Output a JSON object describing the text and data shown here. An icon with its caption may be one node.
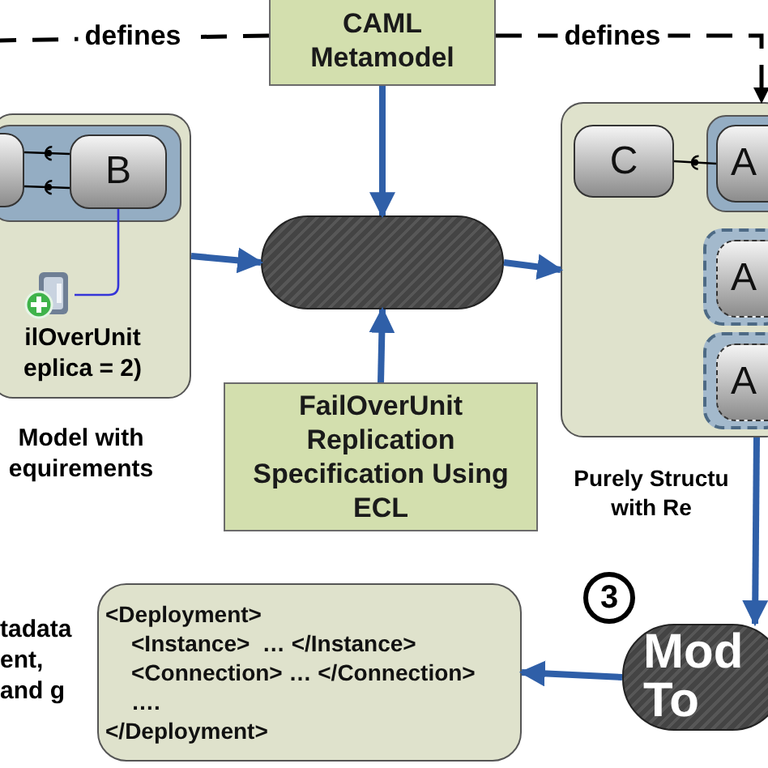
{
  "diagram": {
    "nodes": [
      {
        "text": [
          "CAML Metamodel"
        ]
      },
      {
        "text": [],
        "shape": "box",
        "beside": [
          "Model with equirements"
        ]
      },
      {
        "text": [],
        "shape": "box",
        "in": 1
      },
      {
        "text": [],
        "shape": "box",
        "in": 2
      },
      {
        "text": [
          "B"
        ],
        "in": 2
      },
      {
        "text": [],
        "shape": "picture",
        "in": 1,
        "beside": [
          "ilOverUnit eplica = 2)"
        ]
      },
      {
        "text": [],
        "shape": "box"
      },
      {
        "text": [
          "FailOverUnit Replication Specification Using ECL"
        ]
      },
      {
        "text": [],
        "shape": "box",
        "beside": [
          "Purely Structu with Re"
        ]
      },
      {
        "text": [
          "C"
        ],
        "in": 8
      },
      {
        "text": [],
        "shape": "box",
        "in": 8
      },
      {
        "text": [
          "A"
        ],
        "in": 10
      },
      {
        "text": [],
        "shape": "box",
        "in": 8
      },
      {
        "text": [
          "A"
        ],
        "in": 12
      },
      {
        "text": [],
        "shape": "box",
        "in": 8
      },
      {
        "text": [
          "A"
        ],
        "in": 14
      },
      {
        "text": [
          "Mod To"
        ]
      },
      {
        "text": [
          "3"
        ]
      },
      {
        "text": [
          "<Deployment>",
          "<Instance>  … </Instance>",
          "<Connection> … </Connection>",
          "….",
          "</Deployment>"
        ]
      }
    ],
    "edges": [
      {
        "from": 0,
        "to": 6,
        "arrow": "to"
      },
      {
        "from": 1,
        "to": 6,
        "arrow": "to"
      },
      {
        "from": 7,
        "to": 6,
        "arrow": "to"
      },
      {
        "from": 6,
        "to": 8,
        "arrow": "to"
      },
      {
        "from": 8,
        "to": 16,
        "arrow": "to"
      },
      {
        "from": 16,
        "to": 18,
        "arrow": "to"
      },
      {
        "from": 0,
        "to": null,
        "arrow": "none",
        "label": "defines",
        "style": "dashed",
        "color": "#000000"
      },
      {
        "from": 0,
        "to": 8,
        "arrow": "to",
        "label": "defines",
        "style": "dashed",
        "color": "#000000"
      },
      {
        "from": 3,
        "to": 4,
        "arrow": "other",
        "color": "#000000"
      },
      {
        "from": 3,
        "to": 4,
        "arrow": "other",
        "color": "#000000"
      },
      {
        "from": 9,
        "to": 11,
        "arrow": "other",
        "color": "#000000"
      },
      {
        "from": 4,
        "to": 5,
        "arrow": "none",
        "color": "#3535d8"
      }
    ],
    "labels": [
      "tadata ent, and g"
    ]
  }
}
